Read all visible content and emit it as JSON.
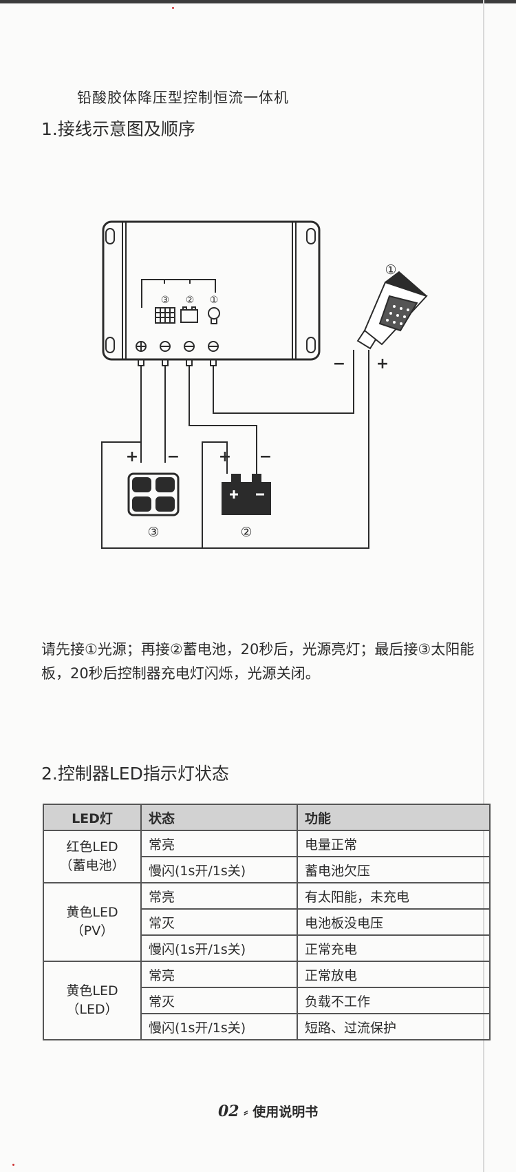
{
  "product_title": "铅酸胶体降压型控制恒流一体机",
  "section1": {
    "heading": "1.接线示意图及顺序"
  },
  "diagram": {
    "marker_lamp": "①",
    "marker_battery": "②",
    "marker_solar": "③",
    "plus": "+",
    "minus": "−"
  },
  "instructions": "请先接①光源；再接②蓄电池，20秒后，光源亮灯；最后接③太阳能板，20秒后控制器充电灯闪烁，光源关闭。",
  "section2": {
    "heading": "2.控制器LED指示灯状态"
  },
  "table": {
    "headers": [
      "LED灯",
      "状态",
      "功能"
    ],
    "groups": [
      {
        "led_line1": "红色LED",
        "led_line2": "（蓄电池）",
        "rows": [
          [
            "常亮",
            "电量正常"
          ],
          [
            "慢闪(1s开/1s关)",
            "蓄电池欠压"
          ]
        ]
      },
      {
        "led_line1": "黄色LED",
        "led_line2": "（PV）",
        "rows": [
          [
            "常亮",
            "有太阳能，未充电"
          ],
          [
            "常灭",
            "电池板没电压"
          ],
          [
            "慢闪(1s开/1s关)",
            "正常充电"
          ]
        ]
      },
      {
        "led_line1": "黄色LED",
        "led_line2": "（LED）",
        "rows": [
          [
            "常亮",
            "正常放电"
          ],
          [
            "常灭",
            "负载不工作"
          ],
          [
            "慢闪(1s开/1s关)",
            "短路、过流保护"
          ]
        ]
      }
    ]
  },
  "footer": {
    "page": "02",
    "label": "使用说明书"
  }
}
